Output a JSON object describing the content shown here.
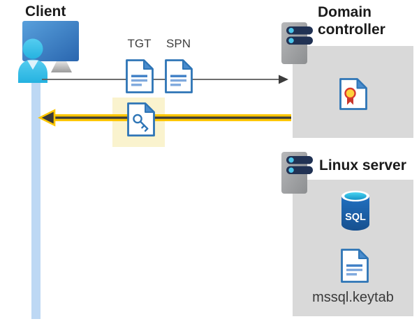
{
  "nodes": {
    "client": {
      "label": "Client"
    },
    "domain_controller": {
      "label": "Domain controller"
    },
    "linux_server": {
      "label": "Linux server",
      "sql_database_label": "SQL",
      "keytab_file_label": "mssql.keytab"
    }
  },
  "flow": {
    "tgt_label": "TGT",
    "spn_label": "SPN"
  },
  "icons": {
    "client": "workstation-user-icon",
    "domain_controller": "server-icon",
    "linux_server": "server-icon",
    "tgt": "document-icon",
    "spn": "document-icon",
    "response_ticket": "key-document-icon",
    "certificate": "certificate-document-icon",
    "sql": "sql-database-icon",
    "keytab": "document-icon"
  },
  "colors": {
    "request_arrow_line": "#5a5a5a",
    "request_arrow_head": "#3c3c3c",
    "response_arrow_yellow": "#fdc600",
    "response_arrow_core": "#3a3a3a",
    "response_highlight_bg": "#faf3ce",
    "panel_gray": "#d9d9d9",
    "lifeline_blue": "#bdd8f4",
    "document_blue": "#2e75b6",
    "document_fold_blue": "#4a8ccd",
    "sql_blue": "#1e66b5",
    "person_cyan": "#35bde4",
    "certificate_red": "#c8372c",
    "certificate_gold": "#ffd23c"
  }
}
